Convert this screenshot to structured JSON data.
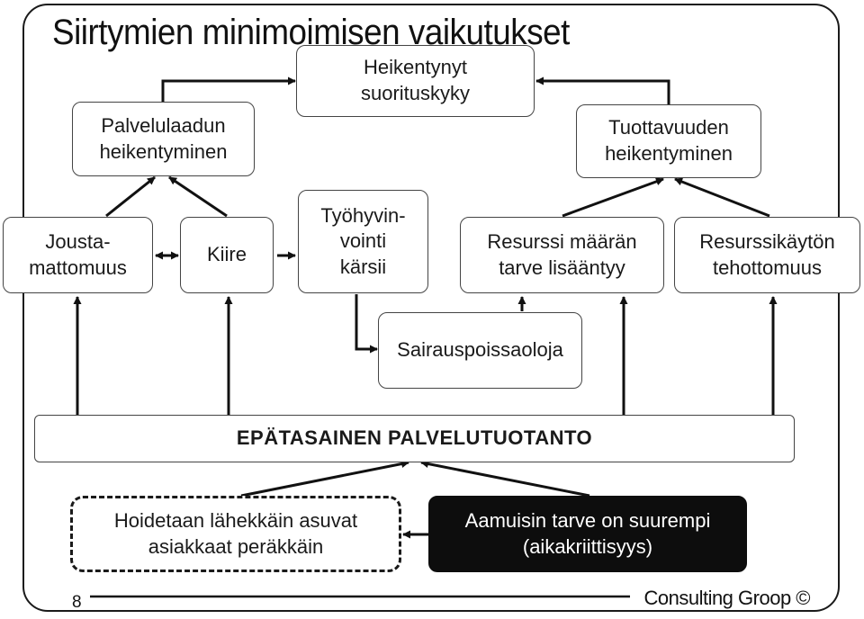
{
  "title": "Siirtymien minimoimisen vaikutukset",
  "nodes": {
    "heikentynyt": "Heikentynyt\nsuorituskyky",
    "palvelulaatu": "Palvelulaadun\nheikentyminen",
    "tuottavuus": "Tuottavuuden\nheikentyminen",
    "joustamattomuus": "Jousta-\nmattomuus",
    "kiire": "Kiire",
    "tyohyvinvointi": "Työhyvin-\nvointi\nkärsii",
    "resurssimaara": "Resurssi määrän\ntarve lisääntyy",
    "resurssikaytto": "Resurssikäytön\ntehottomuus",
    "sairauspoissaolot": "Sairauspoissaoloja",
    "palvelutuotanto": "EPÄTASAINEN PALVELUTUOTANTO",
    "hoidetaan": "Hoidetaan lähekkäin asuvat\nasiakkaat peräkkäin",
    "aamuisin": "Aamuisin tarve on suurempi\n(aikakriittisyys)"
  },
  "page_number": "8",
  "footer": "Consulting Groop ©"
}
